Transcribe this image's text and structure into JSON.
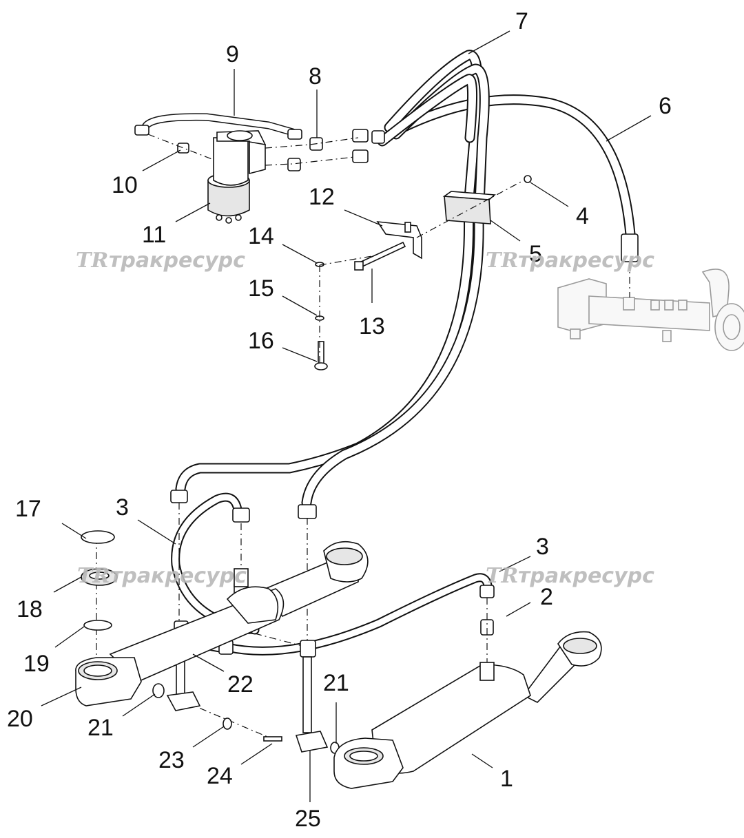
{
  "diagram": {
    "callouts": [
      "1",
      "2",
      "3",
      "3",
      "4",
      "5",
      "6",
      "7",
      "8",
      "9",
      "10",
      "11",
      "12",
      "13",
      "14",
      "15",
      "16",
      "17",
      "18",
      "19",
      "20",
      "21",
      "21",
      "22",
      "23",
      "24",
      "25"
    ],
    "watermark": {
      "logo": "TR",
      "text": "тракресурс"
    }
  }
}
